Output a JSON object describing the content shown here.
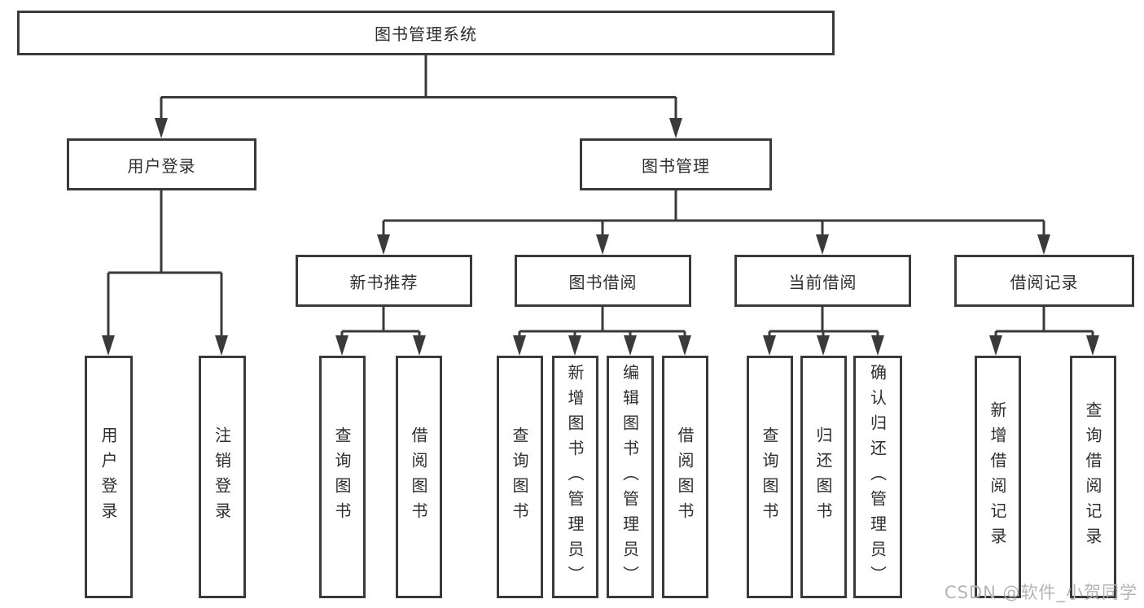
{
  "diagram": {
    "root": {
      "label": "图书管理系统"
    },
    "level2": {
      "user_login": {
        "label": "用户登录"
      },
      "book_mgmt": {
        "label": "图书管理"
      }
    },
    "level3": {
      "new_books": {
        "label": "新书推荐"
      },
      "book_borrow": {
        "label": "图书借阅"
      },
      "current_borrow": {
        "label": "当前借阅"
      },
      "borrow_records": {
        "label": "借阅记录"
      }
    },
    "leaves": {
      "user_login_leaf": {
        "label": "用户登录"
      },
      "logout": {
        "label": "注销登录"
      },
      "newbook_query": {
        "label": "查询图书"
      },
      "newbook_borrow": {
        "label": "借阅图书"
      },
      "borrow_query": {
        "label": "查询图书"
      },
      "borrow_add": {
        "label": "新增图书（管理员）"
      },
      "borrow_edit": {
        "label": "编辑图书（管理员）"
      },
      "borrow_borrow": {
        "label": "借阅图书"
      },
      "current_query": {
        "label": "查询图书"
      },
      "current_return": {
        "label": "归还图书"
      },
      "current_confirm": {
        "label": "确认归还（管理员）"
      },
      "records_add": {
        "label": "新增借阅记录"
      },
      "records_query": {
        "label": "查询借阅记录"
      }
    },
    "watermark": "CSDN @软件_小贺同学",
    "colors": {
      "line": "#3a3a3a",
      "text": "#2e2e2e",
      "watermark": "#b4b4b4",
      "background": "#ffffff"
    }
  }
}
